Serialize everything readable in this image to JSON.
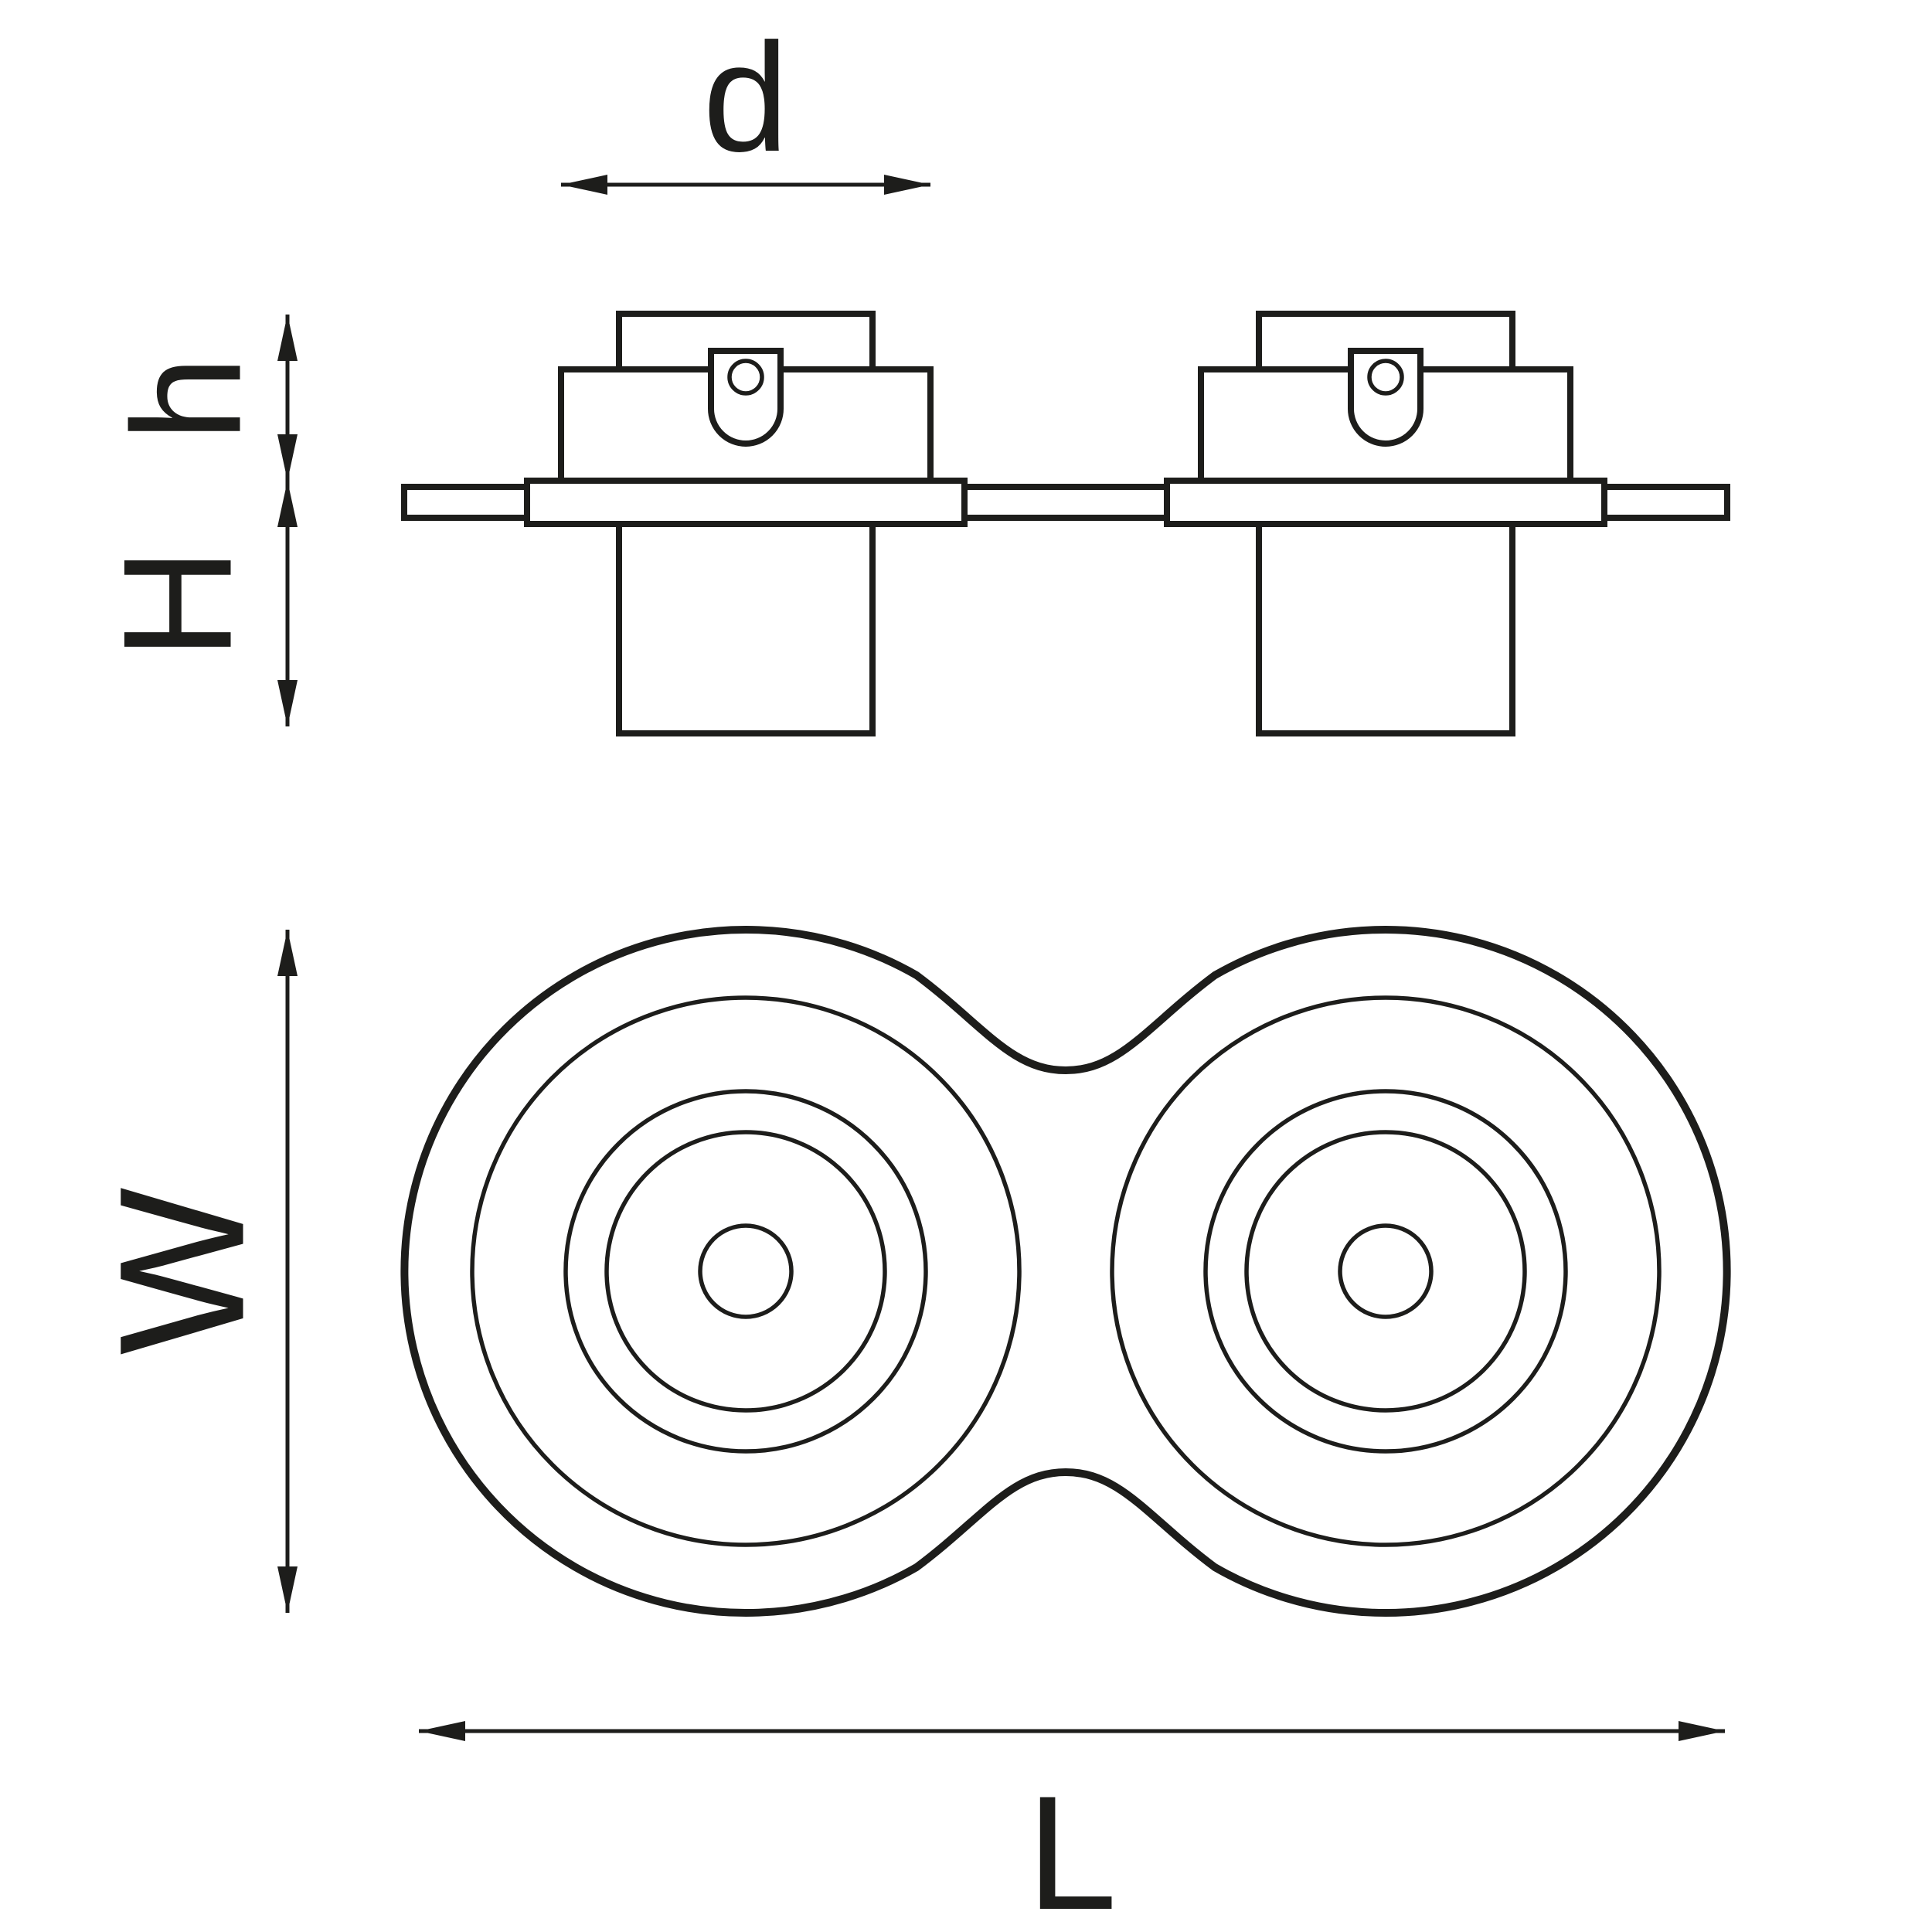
{
  "drawing": {
    "background": "#ffffff",
    "line_color": "#1d1d1b",
    "views": {
      "side_view": "side-view",
      "top_view": "top-view"
    },
    "dimension_labels": {
      "d": "d",
      "h": "h",
      "H": "H",
      "W": "W",
      "L": "L"
    }
  }
}
